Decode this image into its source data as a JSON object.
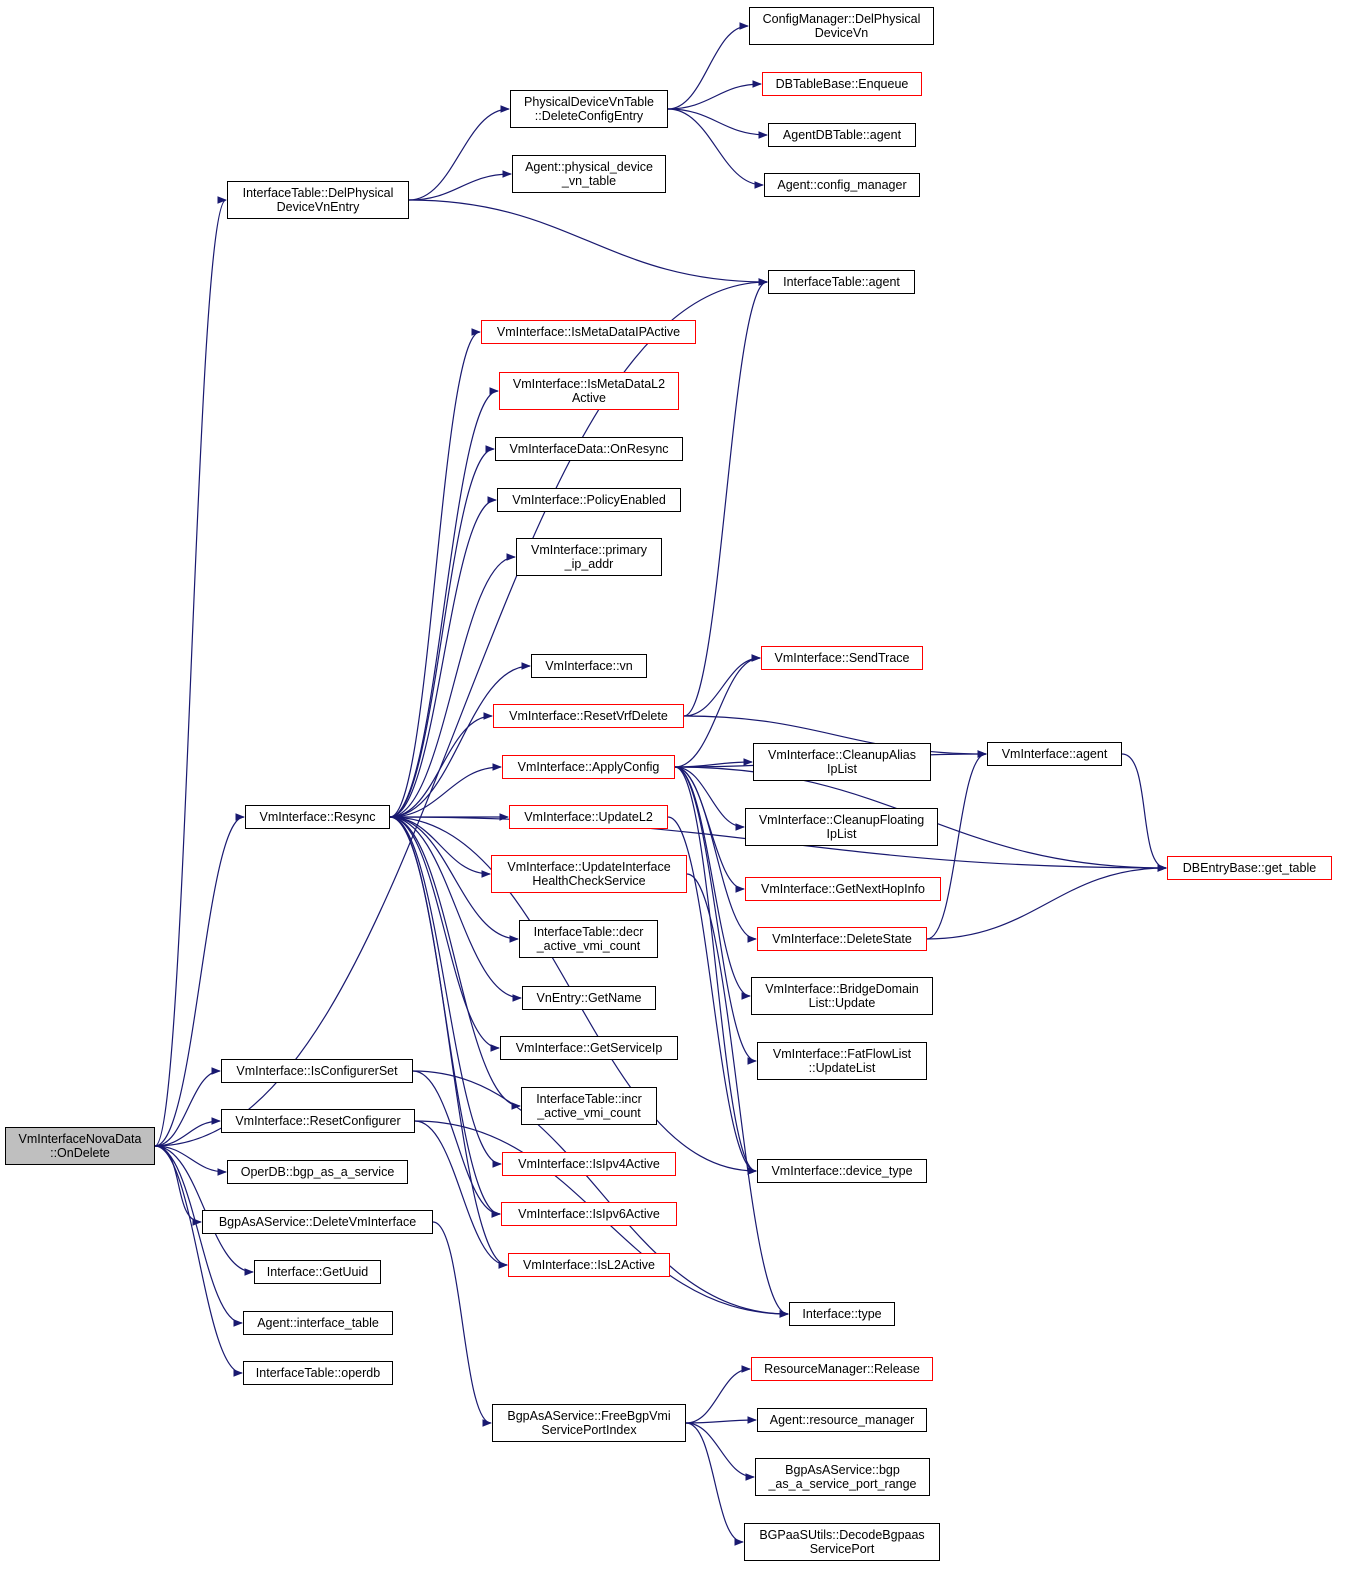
{
  "colors": {
    "edge": "#191970",
    "border_default": "#000000",
    "border_incomplete": "#ff0000",
    "root_fill": "#bfbfbf"
  },
  "nodes": [
    {
      "id": "root",
      "label": "VmInterfaceNovaData\n::OnDelete",
      "style": "root"
    },
    {
      "id": "delphys",
      "label": "InterfaceTable::DelPhysical\nDeviceVnEntry",
      "style": "black"
    },
    {
      "id": "resync",
      "label": "VmInterface::Resync",
      "style": "black"
    },
    {
      "id": "isconf",
      "label": "VmInterface::IsConfigurerSet",
      "style": "black"
    },
    {
      "id": "resetconf",
      "label": "VmInterface::ResetConfigurer",
      "style": "black"
    },
    {
      "id": "operbgp",
      "label": "OperDB::bgp_as_a_service",
      "style": "black"
    },
    {
      "id": "bgpdel",
      "label": "BgpAsAService::DeleteVmInterface",
      "style": "black"
    },
    {
      "id": "getuuid",
      "label": "Interface::GetUuid",
      "style": "black"
    },
    {
      "id": "ifacetable",
      "label": "Agent::interface_table",
      "style": "black"
    },
    {
      "id": "operdb",
      "label": "InterfaceTable::operdb",
      "style": "black"
    },
    {
      "id": "pdvt_del",
      "label": "PhysicalDeviceVnTable\n::DeleteConfigEntry",
      "style": "black"
    },
    {
      "id": "physvn",
      "label": "Agent::physical_device\n_vn_table",
      "style": "black"
    },
    {
      "id": "metaip",
      "label": "VmInterface::IsMetaDataIPActive",
      "style": "red"
    },
    {
      "id": "metal2",
      "label": "VmInterface::IsMetaDataL2\nActive",
      "style": "red"
    },
    {
      "id": "onresync",
      "label": "VmInterfaceData::OnResync",
      "style": "black"
    },
    {
      "id": "policy",
      "label": "VmInterface::PolicyEnabled",
      "style": "black"
    },
    {
      "id": "primip",
      "label": "VmInterface::primary\n_ip_addr",
      "style": "black"
    },
    {
      "id": "vn",
      "label": "VmInterface::vn",
      "style": "black"
    },
    {
      "id": "resetvrf",
      "label": "VmInterface::ResetVrfDelete",
      "style": "red"
    },
    {
      "id": "applycfg",
      "label": "VmInterface::ApplyConfig",
      "style": "red"
    },
    {
      "id": "updl2",
      "label": "VmInterface::UpdateL2",
      "style": "red"
    },
    {
      "id": "updhc",
      "label": "VmInterface::UpdateInterface\nHealthCheckService",
      "style": "red"
    },
    {
      "id": "decr",
      "label": "InterfaceTable::decr\n_active_vmi_count",
      "style": "black"
    },
    {
      "id": "vnname",
      "label": "VnEntry::GetName",
      "style": "black"
    },
    {
      "id": "svcip",
      "label": "VmInterface::GetServiceIp",
      "style": "black"
    },
    {
      "id": "incr",
      "label": "InterfaceTable::incr\n_active_vmi_count",
      "style": "black"
    },
    {
      "id": "ipv4",
      "label": "VmInterface::IsIpv4Active",
      "style": "red"
    },
    {
      "id": "ipv6",
      "label": "VmInterface::IsIpv6Active",
      "style": "red"
    },
    {
      "id": "l2act",
      "label": "VmInterface::IsL2Active",
      "style": "red"
    },
    {
      "id": "freebgp",
      "label": "BgpAsAService::FreeBgpVmi\nServicePortIndex",
      "style": "black"
    },
    {
      "id": "cfgdel",
      "label": "ConfigManager::DelPhysical\nDeviceVn",
      "style": "black"
    },
    {
      "id": "enqueue",
      "label": "DBTableBase::Enqueue",
      "style": "red"
    },
    {
      "id": "dbagent",
      "label": "AgentDBTable::agent",
      "style": "black"
    },
    {
      "id": "cfgmgr",
      "label": "Agent::config_manager",
      "style": "black"
    },
    {
      "id": "itagent",
      "label": "InterfaceTable::agent",
      "style": "black"
    },
    {
      "id": "sendtrace",
      "label": "VmInterface::SendTrace",
      "style": "red"
    },
    {
      "id": "cleanalias",
      "label": "VmInterface::CleanupAlias\nIpList",
      "style": "black"
    },
    {
      "id": "cleanfloat",
      "label": "VmInterface::CleanupFloating\nIpList",
      "style": "black"
    },
    {
      "id": "nexthop",
      "label": "VmInterface::GetNextHopInfo",
      "style": "red"
    },
    {
      "id": "delstate",
      "label": "VmInterface::DeleteState",
      "style": "red"
    },
    {
      "id": "bdupdate",
      "label": "VmInterface::BridgeDomain\nList::Update",
      "style": "black"
    },
    {
      "id": "fatflow",
      "label": "VmInterface::FatFlowList\n::UpdateList",
      "style": "black"
    },
    {
      "id": "devtype",
      "label": "VmInterface::device_type",
      "style": "black"
    },
    {
      "id": "itype",
      "label": "Interface::type",
      "style": "black"
    },
    {
      "id": "release",
      "label": "ResourceManager::Release",
      "style": "red"
    },
    {
      "id": "resmgr",
      "label": "Agent::resource_manager",
      "style": "black"
    },
    {
      "id": "portrange",
      "label": "BgpAsAService::bgp\n_as_a_service_port_range",
      "style": "black"
    },
    {
      "id": "decode",
      "label": "BGPaaSUtils::DecodeBgpaas\nServicePort",
      "style": "black"
    },
    {
      "id": "vmiagent",
      "label": "VmInterface::agent",
      "style": "black"
    },
    {
      "id": "gettable",
      "label": "DBEntryBase::get_table",
      "style": "red"
    }
  ],
  "edges": [
    [
      "root",
      "delphys"
    ],
    [
      "root",
      "resync"
    ],
    [
      "root",
      "isconf"
    ],
    [
      "root",
      "resetconf"
    ],
    [
      "root",
      "operbgp"
    ],
    [
      "root",
      "bgpdel"
    ],
    [
      "root",
      "getuuid"
    ],
    [
      "root",
      "ifacetable"
    ],
    [
      "root",
      "operdb"
    ],
    [
      "root",
      "itagent"
    ],
    [
      "delphys",
      "pdvt_del"
    ],
    [
      "delphys",
      "physvn"
    ],
    [
      "delphys",
      "itagent"
    ],
    [
      "pdvt_del",
      "cfgdel"
    ],
    [
      "pdvt_del",
      "enqueue"
    ],
    [
      "pdvt_del",
      "dbagent"
    ],
    [
      "pdvt_del",
      "cfgmgr"
    ],
    [
      "resync",
      "metaip"
    ],
    [
      "resync",
      "metal2"
    ],
    [
      "resync",
      "onresync"
    ],
    [
      "resync",
      "policy"
    ],
    [
      "resync",
      "primip"
    ],
    [
      "resync",
      "vn"
    ],
    [
      "resync",
      "resetvrf"
    ],
    [
      "resync",
      "applycfg"
    ],
    [
      "resync",
      "updl2"
    ],
    [
      "resync",
      "updhc"
    ],
    [
      "resync",
      "decr"
    ],
    [
      "resync",
      "vnname"
    ],
    [
      "resync",
      "svcip"
    ],
    [
      "resync",
      "incr"
    ],
    [
      "resync",
      "ipv4"
    ],
    [
      "resync",
      "ipv6"
    ],
    [
      "resync",
      "l2act"
    ],
    [
      "resync",
      "gettable"
    ],
    [
      "resync",
      "devtype"
    ],
    [
      "resetvrf",
      "sendtrace"
    ],
    [
      "resetvrf",
      "vmiagent"
    ],
    [
      "resetvrf",
      "itagent"
    ],
    [
      "applycfg",
      "sendtrace"
    ],
    [
      "applycfg",
      "vmiagent"
    ],
    [
      "applycfg",
      "cleanalias"
    ],
    [
      "applycfg",
      "cleanfloat"
    ],
    [
      "applycfg",
      "nexthop"
    ],
    [
      "applycfg",
      "delstate"
    ],
    [
      "applycfg",
      "bdupdate"
    ],
    [
      "applycfg",
      "fatflow"
    ],
    [
      "applycfg",
      "devtype"
    ],
    [
      "applycfg",
      "gettable"
    ],
    [
      "updl2",
      "devtype"
    ],
    [
      "updhc",
      "itype"
    ],
    [
      "isconf",
      "ipv6"
    ],
    [
      "isconf",
      "itype"
    ],
    [
      "resetconf",
      "l2act"
    ],
    [
      "resetconf",
      "itype"
    ],
    [
      "bgpdel",
      "freebgp"
    ],
    [
      "freebgp",
      "release"
    ],
    [
      "freebgp",
      "resmgr"
    ],
    [
      "freebgp",
      "portrange"
    ],
    [
      "freebgp",
      "decode"
    ],
    [
      "delstate",
      "vmiagent"
    ],
    [
      "delstate",
      "gettable"
    ],
    [
      "vmiagent",
      "gettable"
    ]
  ]
}
